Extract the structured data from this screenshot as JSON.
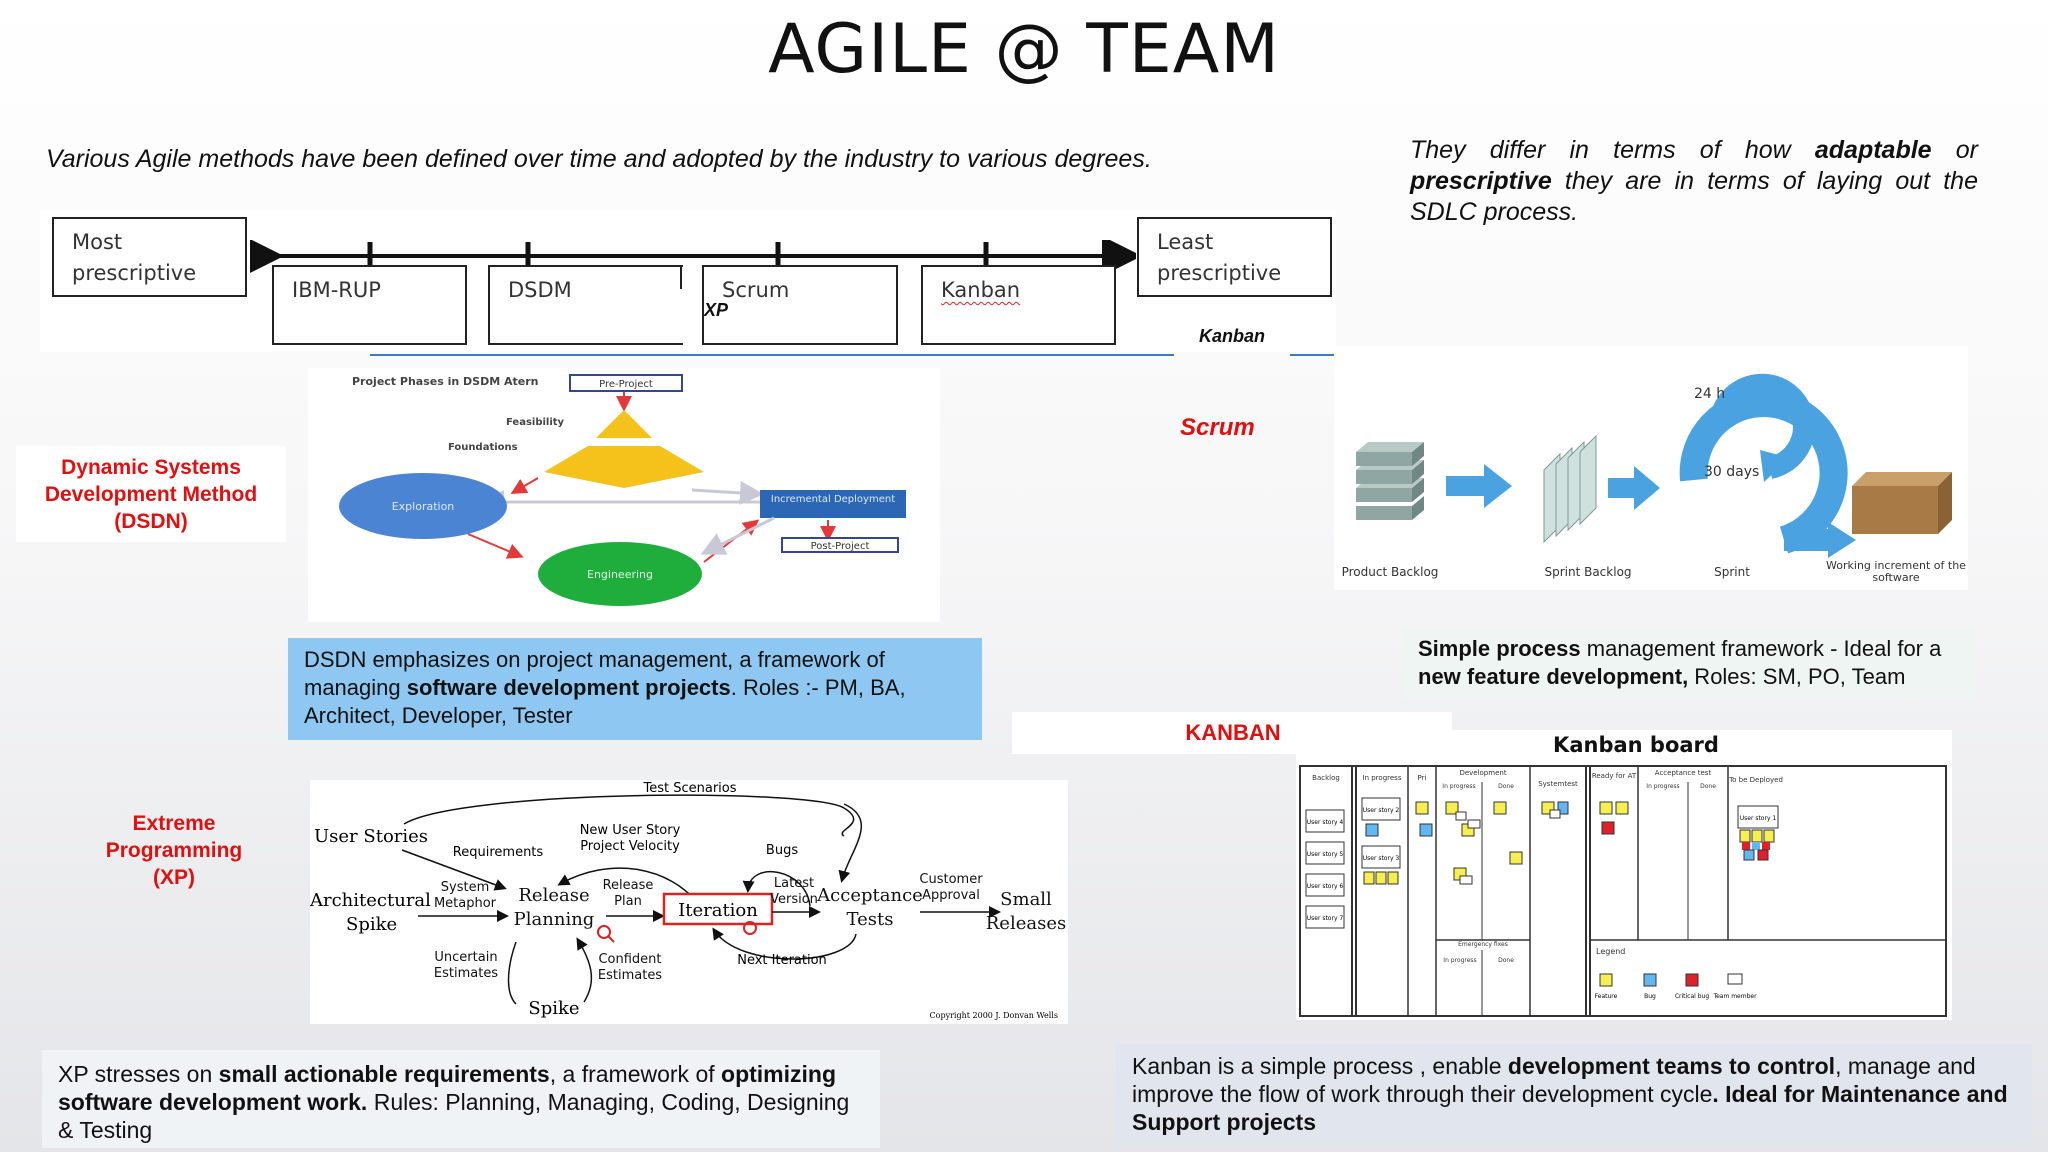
{
  "title": "AGILE @ TEAM",
  "intro_left": "Various Agile methods have been defined over time and adopted by the industry to various degrees.",
  "intro_right": {
    "p1": "They differ in terms of how ",
    "b1": "adaptable",
    "p2": " or ",
    "b2": "prescriptive",
    "p3": " they are in terms of laying out the SDLC process."
  },
  "scale": {
    "left_label": "Most prescriptive",
    "right_label": "Least prescriptive",
    "methods": [
      "IBM-RUP",
      "DSDM",
      "Scrum",
      "Kanban"
    ],
    "xp_tag": "XP",
    "kanban_tag": "Kanban"
  },
  "dsdm": {
    "label": "Dynamic Systems Development Method (DSDN)",
    "diagram": {
      "heading": "Project Phases in DSDM Atern",
      "pre_project": "Pre-Project",
      "feasibility": "Feasibility",
      "foundations": "Foundations",
      "exploration": "Exploration",
      "engineering": "Engineering",
      "incremental": "Incremental Deployment",
      "post_project": "Post-Project"
    },
    "callout": {
      "t1": "DSDN emphasizes on project management, a framework of managing ",
      "b1": "software development projects",
      "t2": ". Roles :- PM, BA, Architect, Developer, Tester"
    }
  },
  "scrum": {
    "label": "Scrum",
    "diagram": {
      "product_backlog": "Product Backlog",
      "sprint_backlog": "Sprint Backlog",
      "sprint": "Sprint",
      "working": "Working increment of the software",
      "h24": "24 h",
      "days30": "30 days"
    },
    "callout": {
      "b1": "Simple process",
      "t1": " management framework - Ideal for a ",
      "b2": "new feature development,",
      "t2": " Roles: SM, PO, Team"
    }
  },
  "xp": {
    "label": "Extreme Programming (XP)",
    "diagram": {
      "test_scenarios": "Test Scenarios",
      "user_stories": "User Stories",
      "requirements": "Requirements",
      "new_user_story": "New User Story",
      "project_velocity": "Project Velocity",
      "bugs": "Bugs",
      "architectural": "Architectural",
      "spike": "Spike",
      "system_metaphor": "System Metaphor",
      "release_planning": "Release Planning",
      "release_plan": "Release Plan",
      "iteration": "Iteration",
      "latest_version": "Latest Version",
      "acceptance_tests": "Acceptance Tests",
      "customer_approval": "Customer Approval",
      "small_releases": "Small Releases",
      "uncertain_estimates": "Uncertain Estimates",
      "confident_estimates": "Confident Estimates",
      "next_iteration": "Next Iteration",
      "spike2": "Spike",
      "copyright": "Copyright 2000 J. Donvan Wells"
    },
    "callout": {
      "t1": "XP stresses on ",
      "b1": "small actionable requirements",
      "t2": ", a framework of ",
      "b2": "optimizing software development work.",
      "t3": " Rules: Planning, Managing, Coding, Designing & Testing"
    }
  },
  "kanban": {
    "label": "KANBAN",
    "board": {
      "title": "Kanban board",
      "columns": [
        "Backlog",
        "In progress",
        "Pri",
        "Development",
        "Systemtest",
        "Ready for AT",
        "Acceptance test",
        "To be Deployed"
      ],
      "sub_in_progress": "In progress",
      "sub_done": "Done",
      "emergency": "Emergency fixes",
      "backlog_items": [
        "User story 4",
        "User story 5",
        "User story 6",
        "User story 7"
      ],
      "card_us2": "User story 2",
      "card_us3": "User story 3",
      "card_us1": "User story 1",
      "legend": "Legend",
      "legend_items": [
        "Feature",
        "Bug",
        "Critical bug",
        "Team member"
      ]
    },
    "callout": {
      "t1": "Kanban is a simple process , enable ",
      "b1": "development teams to control",
      "t2": ", manage and improve the flow of work through their development cycle",
      "b2": ". Ideal for Maintenance and Support projects"
    }
  },
  "colors": {
    "accent_red": "#e01010",
    "callout_blue": "#8ec8f2",
    "scrum_blue": "#4aa3e0",
    "dsdm_yellow": "#f4c21b",
    "dsdm_blue": "#4a84d2",
    "dsdm_green": "#1fad3c"
  }
}
